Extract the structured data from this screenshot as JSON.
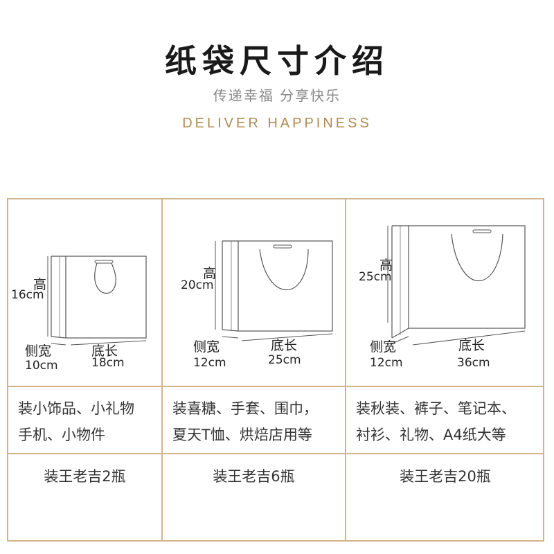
{
  "header": {
    "title": "纸袋尺寸介绍",
    "subtitle": "传递幸福 分享快乐",
    "tagline": "DELIVER HAPPINESS"
  },
  "colors": {
    "accent": "#d2b48a",
    "tagline": "#b08a4f",
    "title": "#1a1a1a"
  },
  "bags": [
    {
      "height_label": "高",
      "height_value": "16cm",
      "side_label": "侧宽",
      "side_value": "10cm",
      "bottom_label": "底长",
      "bottom_value": "18cm",
      "uses": [
        "装小饰品、小礼物",
        "手机、小物件"
      ],
      "capacity": "装王老吉2瓶"
    },
    {
      "height_label": "高",
      "height_value": "20cm",
      "side_label": "侧宽",
      "side_value": "12cm",
      "bottom_label": "底长",
      "bottom_value": "25cm",
      "uses": [
        "装喜糖、手套、围巾，",
        "夏天T恤、烘焙店用等"
      ],
      "capacity": "装王老吉6瓶"
    },
    {
      "height_label": "高",
      "height_value": "25cm",
      "side_label": "侧宽",
      "side_value": "12cm",
      "bottom_label": "底长",
      "bottom_value": "36cm",
      "uses": [
        "装秋装、裤子、笔记本、",
        "衬衫、礼物、A4纸大等"
      ],
      "capacity": "装王老吉20瓶"
    }
  ]
}
